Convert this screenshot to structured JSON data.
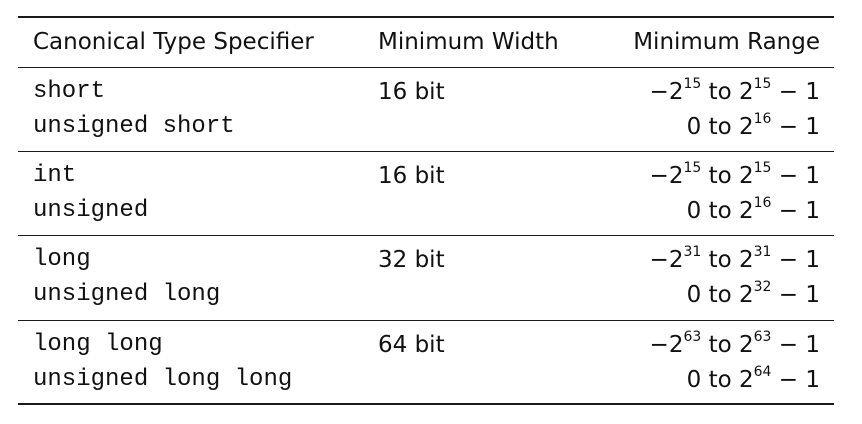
{
  "headers": {
    "specifier": "Canonical Type Specifier",
    "width": "Minimum Width",
    "range": "Minimum Range"
  },
  "groups": [
    {
      "signed_name": "short",
      "unsigned_name": "unsigned short",
      "width": "16 bit",
      "signed_range": {
        "lo_sign": "−",
        "lo_base": "2",
        "lo_exp": "15",
        "mid": " to ",
        "hi_base": "2",
        "hi_exp": "15",
        "hi_tail": " − 1"
      },
      "unsigned_range": {
        "lo": "0",
        "mid": " to ",
        "hi_base": "2",
        "hi_exp": "16",
        "hi_tail": " − 1"
      }
    },
    {
      "signed_name": "int",
      "unsigned_name": "unsigned",
      "width": "16 bit",
      "signed_range": {
        "lo_sign": "−",
        "lo_base": "2",
        "lo_exp": "15",
        "mid": " to ",
        "hi_base": "2",
        "hi_exp": "15",
        "hi_tail": " − 1"
      },
      "unsigned_range": {
        "lo": "0",
        "mid": " to ",
        "hi_base": "2",
        "hi_exp": "16",
        "hi_tail": " − 1"
      }
    },
    {
      "signed_name": "long",
      "unsigned_name": "unsigned long",
      "width": "32 bit",
      "signed_range": {
        "lo_sign": "−",
        "lo_base": "2",
        "lo_exp": "31",
        "mid": " to ",
        "hi_base": "2",
        "hi_exp": "31",
        "hi_tail": " − 1"
      },
      "unsigned_range": {
        "lo": "0",
        "mid": " to ",
        "hi_base": "2",
        "hi_exp": "32",
        "hi_tail": " − 1"
      }
    },
    {
      "signed_name": "long long",
      "unsigned_name": "unsigned long long",
      "width": "64 bit",
      "signed_range": {
        "lo_sign": "−",
        "lo_base": "2",
        "lo_exp": "63",
        "mid": " to ",
        "hi_base": "2",
        "hi_exp": "63",
        "hi_tail": " − 1"
      },
      "unsigned_range": {
        "lo": "0",
        "mid": " to ",
        "hi_base": "2",
        "hi_exp": "64",
        "hi_tail": " − 1"
      }
    }
  ]
}
